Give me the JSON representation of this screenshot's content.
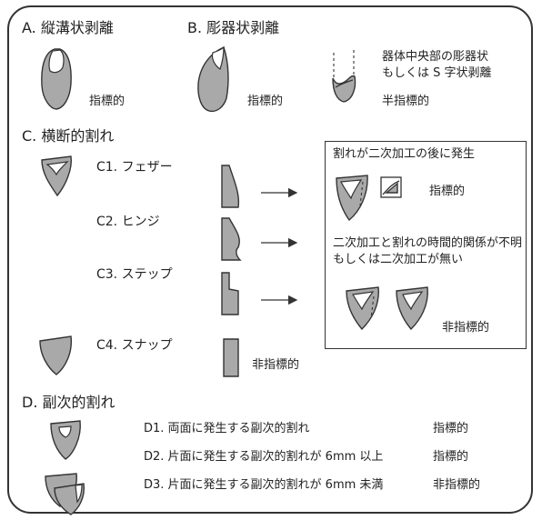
{
  "section_a": {
    "title": "A. 縦溝状剥離",
    "label": "指標的"
  },
  "section_b": {
    "title": "B. 彫器状剥離",
    "label": "指標的",
    "variant_text_1": "器体中央部の彫器状",
    "variant_text_2": "もしくは S 字状剥離",
    "variant_label": "半指標的"
  },
  "section_c": {
    "title": "C. 横断的割れ",
    "c1": "C1. フェザー",
    "c2": "C2. ヒンジ",
    "c3": "C3. ステップ",
    "c4": "C4. スナップ",
    "c4_label": "非指標的",
    "box": {
      "case1": "割れが二次加工の後に発生",
      "case1_label": "指標的",
      "case2_line1": "二次加工と割れの時間的関係が不明",
      "case2_line2": "もしくは二次加工が無い",
      "case2_label": "非指標的"
    }
  },
  "section_d": {
    "title": "D. 副次的割れ",
    "rows": [
      {
        "text": "D1. 両面に発生する副次的割れ",
        "label": "指標的"
      },
      {
        "text": "D2. 片面に発生する副次的割れが 6mm 以上",
        "label": "指標的"
      },
      {
        "text": "D3. 片面に発生する副次的割れが 6mm 未満",
        "label": "非指標的"
      }
    ]
  },
  "colors": {
    "fill": "#a9a9a9",
    "stroke": "#333333",
    "border": "#333333"
  }
}
